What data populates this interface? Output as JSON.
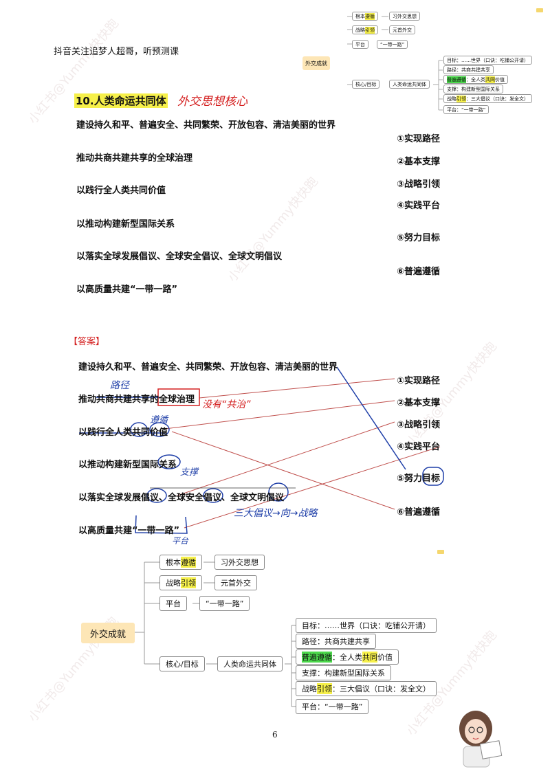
{
  "header_note": "抖音关注追梦人超哥，听预测课",
  "watermark": "小红书@Yummy快快跑",
  "section": {
    "number_title": "10.人类命运共同体",
    "handwritten_note": "外交思想核心"
  },
  "questions": [
    "建设持久和平、普遍安全、共同繁荣、开放包容、清洁美丽的世界",
    "推动共商共建共享的全球治理",
    "以践行全人类共同价值",
    "以推动构建新型国际关系",
    "以落实全球发展倡议、全球安全倡议、全球文明倡议",
    "以高质量共建“一带一路”"
  ],
  "options": [
    "①实现路径",
    "②基本支撑",
    "③战略引领",
    "④实践平台",
    "⑤努力目标",
    "⑥普遍遵循"
  ],
  "answer_label": "【答案】",
  "answer_annotations": {
    "path": "路径",
    "not_gongzhi": "没有“共治”",
    "follow": "遵循",
    "support": "支撑",
    "three_initiatives": "三大倡议→向→战略",
    "platform": "平台"
  },
  "mindmap": {
    "root": "外交成就",
    "branches": [
      {
        "label_parts": [
          "根本",
          "遵循"
        ],
        "highlight": "遵循",
        "child": "习外交思想"
      },
      {
        "label_parts": [
          "战略",
          "引领"
        ],
        "highlight": "引领",
        "child": "元首外交"
      },
      {
        "label_parts": [
          "平台"
        ],
        "highlight": "",
        "child": "“一带一路”"
      },
      {
        "label_parts": [
          "核心/目标"
        ],
        "highlight": "",
        "child": "人类命运共同体"
      }
    ],
    "leaves": [
      {
        "pre": "目标：……世界（口诀：吃铺公开请）"
      },
      {
        "pre": "路径：共商共建共享"
      },
      {
        "g": "普遍遵循",
        "pre": "：全人类",
        "y": "共同",
        "post": "价值"
      },
      {
        "pre": "支撑：构建新型国际关系"
      },
      {
        "pre": "战略",
        "y": "引领",
        "post": "：三大倡议（口诀：发全文）"
      },
      {
        "pre": "平台：“一带一路”"
      }
    ]
  },
  "page_number": "6",
  "colors": {
    "red_line": "#c0504d",
    "blue_line": "#1f3fa8",
    "root_bg": "#fde6b6",
    "yellow_hl": "#f6f04a",
    "green_hl": "#4bd84b"
  }
}
